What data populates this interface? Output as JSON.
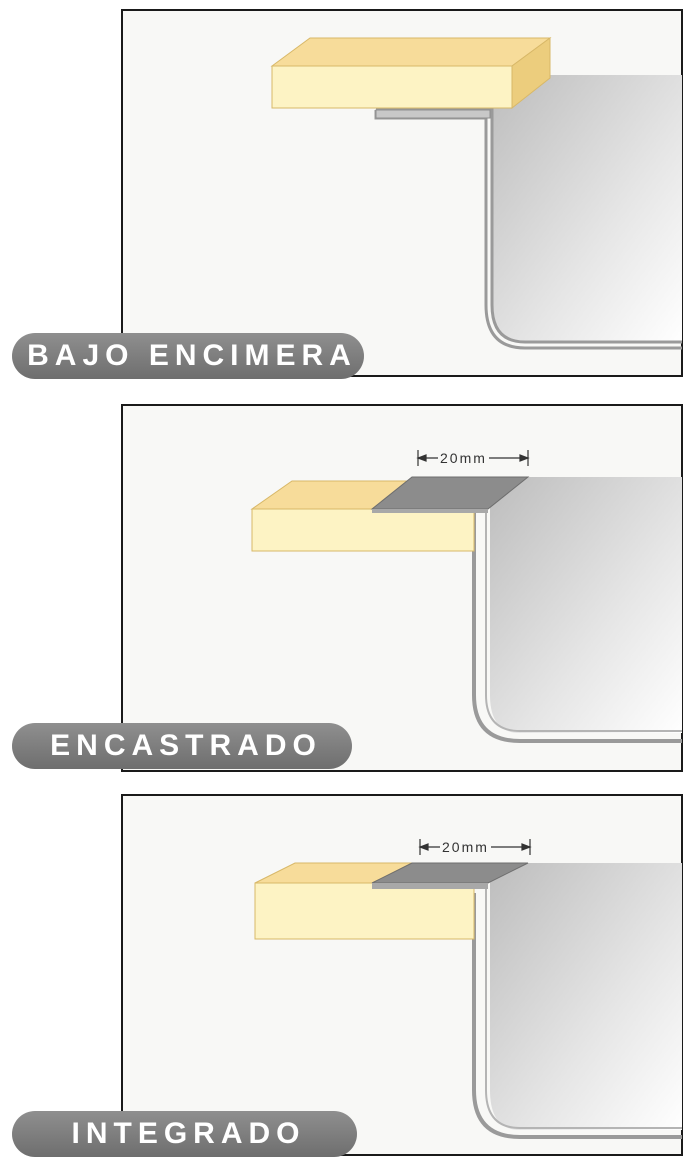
{
  "panels": [
    {
      "label": "BAJO ENCIMERA",
      "dimension": ""
    },
    {
      "label": "ENCASTRADO",
      "dimension": "20mm"
    },
    {
      "label": "INTEGRADO",
      "dimension": "20mm"
    }
  ],
  "colors": {
    "wood_top": "#f7dc9a",
    "wood_front": "#fdf3c4",
    "wood_edge": "#d8b868",
    "steel_rim": "#8c8c8c",
    "steel_outline": "#9a9a9a",
    "basin_fill": "#d6d6d6",
    "frame": "#1a1a1a",
    "pill": "#7a7a7a"
  }
}
